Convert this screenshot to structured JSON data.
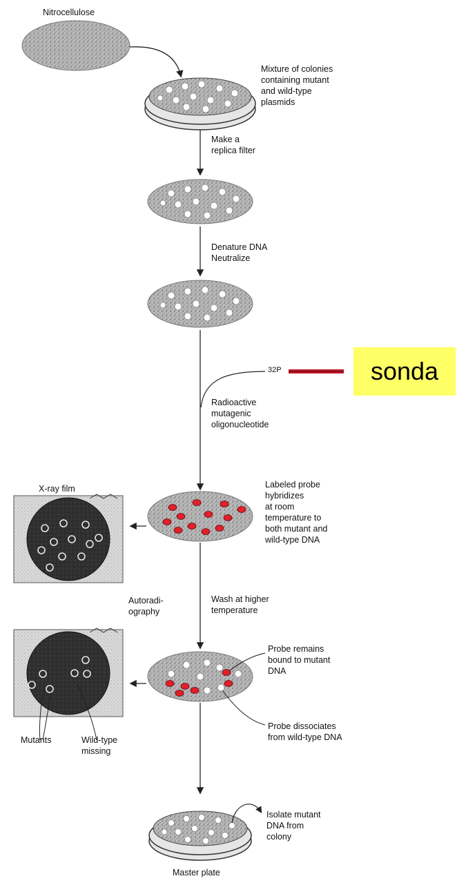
{
  "labels": {
    "nitrocellulose": "Nitrocellulose",
    "mixture": "Mixture of colonies\ncontaining mutant\nand wild-type\nplasmids",
    "replica": "Make a\nreplica filter",
    "denature": "Denature DNA\nNeutralize",
    "p32": "32P",
    "radioactive": "Radioactive\nmutagenic\noligonucleotide",
    "xray_film": "X-ray film",
    "labeled_probe": "Labeled probe\nhybridizes\nat room\ntemperature to\nboth mutant and\nwild-type DNA",
    "autoradiography": "Autoradi-\nography",
    "wash": "Wash at higher\ntemperature",
    "probe_remains": "Probe remains\nbound to mutant\nDNA",
    "probe_dissociates": "Probe dissociates\nfrom wild-type DNA",
    "mutants": "Mutants",
    "wildtype_missing": "Wild-type\nmissing",
    "isolate": "Isolate mutant\nDNA from\ncolony",
    "master_plate": "Master plate"
  },
  "callout": {
    "text": "sonda",
    "color": "#ffff66"
  },
  "colors": {
    "probe_red": "#e0202a",
    "film_dark": "#2a2a2a",
    "filter_grey": "#a8a8a8"
  }
}
